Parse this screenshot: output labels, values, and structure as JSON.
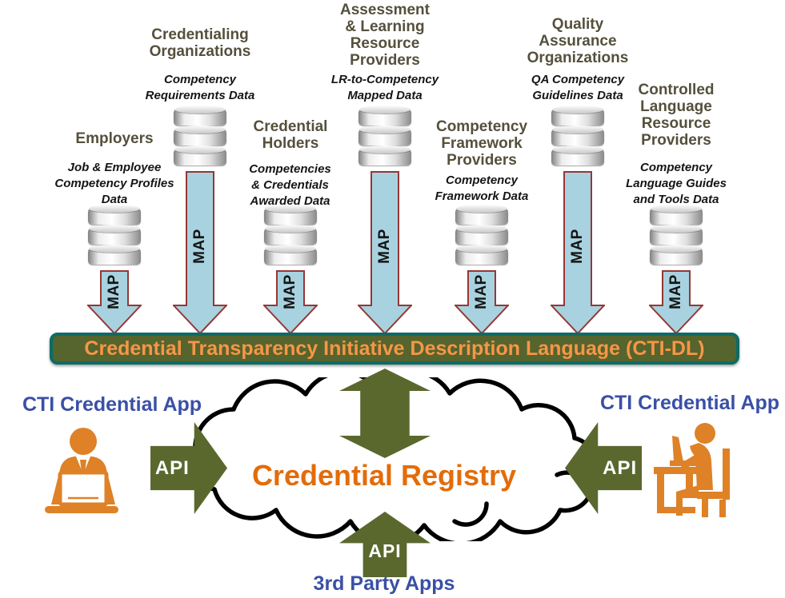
{
  "palette": {
    "olive_green": "#5a682e",
    "bar_fill": "#56642d",
    "bar_border_teal": "#0e6b66",
    "bar_text_orange": "#f79646",
    "registry_text_orange": "#e36c0a",
    "app_label_blue": "#3a50a5",
    "map_arrow_fill": "#a8d2df",
    "map_arrow_border": "#953735",
    "source_title_color": "#55503c",
    "person_icon_orange": "#de8127",
    "cloud_outline": "#000000"
  },
  "icons": {
    "database": "cylinder-stack",
    "map_arrow": "down-arrow",
    "double_arrow": "up-down-arrow",
    "api_arrow_left": "right-arrow",
    "api_arrow_right": "left-arrow",
    "api_arrow_bottom": "up-arrow",
    "cloud": "cloud-outline",
    "person_left": "person-at-laptop",
    "person_right": "person-seated-at-desk"
  },
  "sources": [
    {
      "id": "employers",
      "title": "Employers",
      "data_label": "Job & Employee Competency Profiles Data",
      "map_label": "MAP"
    },
    {
      "id": "credentialing-organizations",
      "title": "Credentialing Organizations",
      "data_label": "Competency Requirements Data",
      "map_label": "MAP"
    },
    {
      "id": "credential-holders",
      "title": "Credential Holders",
      "data_label": "Competencies & Credentials Awarded Data",
      "map_label": "MAP"
    },
    {
      "id": "assessment-learning-resource-providers",
      "title": "Assessment & Learning Resource Providers",
      "data_label": "LR-to-Competency Mapped Data",
      "map_label": "MAP"
    },
    {
      "id": "competency-framework-providers",
      "title": "Competency Framework Providers",
      "data_label": "Competency Framework Data",
      "map_label": "MAP"
    },
    {
      "id": "quality-assurance-organizations",
      "title": "Quality Assurance Organizations",
      "data_label": "QA Competency Guidelines Data",
      "map_label": "MAP"
    },
    {
      "id": "controlled-language-resource-providers",
      "title": "Controlled Language Resource Providers",
      "data_label": "Competency Language Guides and Tools Data",
      "map_label": "MAP"
    }
  ],
  "bar": {
    "label": "Credential Transparency Initiative Description Language (CTI-DL)"
  },
  "registry": {
    "label": "Credential Registry"
  },
  "apps": {
    "left_label": "CTI Credential App",
    "right_label": "CTI Credential App",
    "bottom_label": "3rd Party Apps",
    "api_label": "API"
  }
}
